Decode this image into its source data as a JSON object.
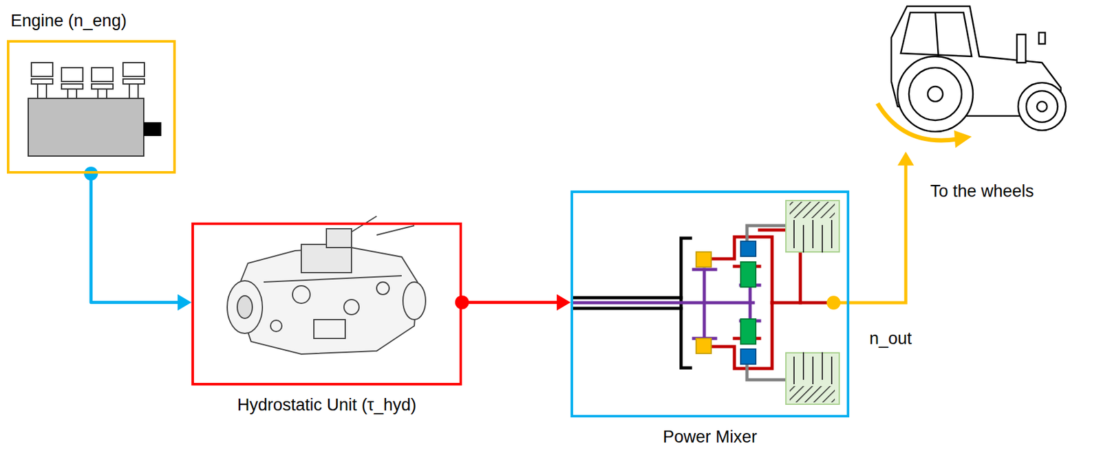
{
  "diagram": {
    "nodes": [
      {
        "text": [
          "Engine (n_eng)"
        ]
      },
      {
        "text": [
          "Hydrostatic Unit (τ_hyd)"
        ]
      },
      {
        "text": [
          "Power Mixer"
        ]
      }
    ],
    "edges": [
      {
        "from": 0,
        "to": 1,
        "arrow": "to"
      },
      {
        "from": 1,
        "to": 2,
        "arrow": "to"
      }
    ],
    "labels": [
      "To the wheels",
      "n_out"
    ]
  }
}
